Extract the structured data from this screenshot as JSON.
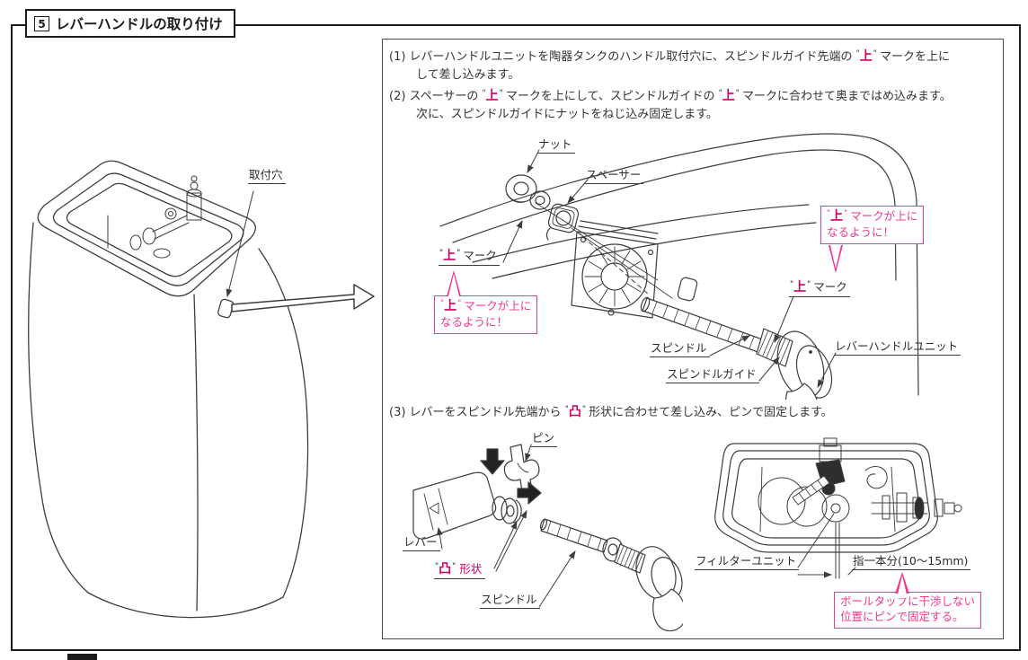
{
  "header": {
    "section_number": "5",
    "section_title": "レバーハンドルの取り付け"
  },
  "colors": {
    "accent_pink": "#f0368f",
    "mark_magenta": "#cf0068",
    "line_art": "#3d3d3d"
  },
  "punctuation": {
    "double_quote": "\""
  },
  "overview": {
    "mounting_hole": "取付穴"
  },
  "steps": {
    "s1_pre": "(1) レバーハンドルユニットを陶器タンクのハンドル取付穴に、スピンドルガイド先端の ",
    "s1_mark": "上",
    "s1_post": " マークを上に",
    "s1_cont": "して差し込みます。",
    "s2_pre": "(2) スペーサーの ",
    "s2_mark1": "上",
    "s2_mid": " マークを上にして、スピンドルガイドの ",
    "s2_mark2": "上",
    "s2_post": " マークに合わせて奥まではめ込みます。",
    "s2_cont": "次に、スピンドルガイドにナットをねじ込み固定します。",
    "s3_pre": "(3) レバーをスピンドル先端から ",
    "s3_mark": "凸",
    "s3_post": " 形状に合わせて差し込み、ピンで固定します。"
  },
  "labels": {
    "nut": "ナット",
    "spacer": "スペーサー",
    "up_char": "上",
    "mark_word": " マーク",
    "spindle": "スピンドル",
    "spindle_guide": "スピンドルガイド",
    "lever_handle_unit": "レバーハンドルユニット",
    "pin": "ピン",
    "lever": "レバー",
    "deko_char": "凸",
    "shape_word": " 形状",
    "spindle_2": "スピンドル",
    "filter_unit": "フィルターユニット",
    "finger_width": "指一本分(10〜15mm)"
  },
  "callouts": {
    "up_mark": "上",
    "up_line1": " マークが上に",
    "up_line2": "なるように！",
    "balltap_line1": "ボールタップに干渉しない",
    "balltap_line2": "位置にピンで固定する。"
  }
}
